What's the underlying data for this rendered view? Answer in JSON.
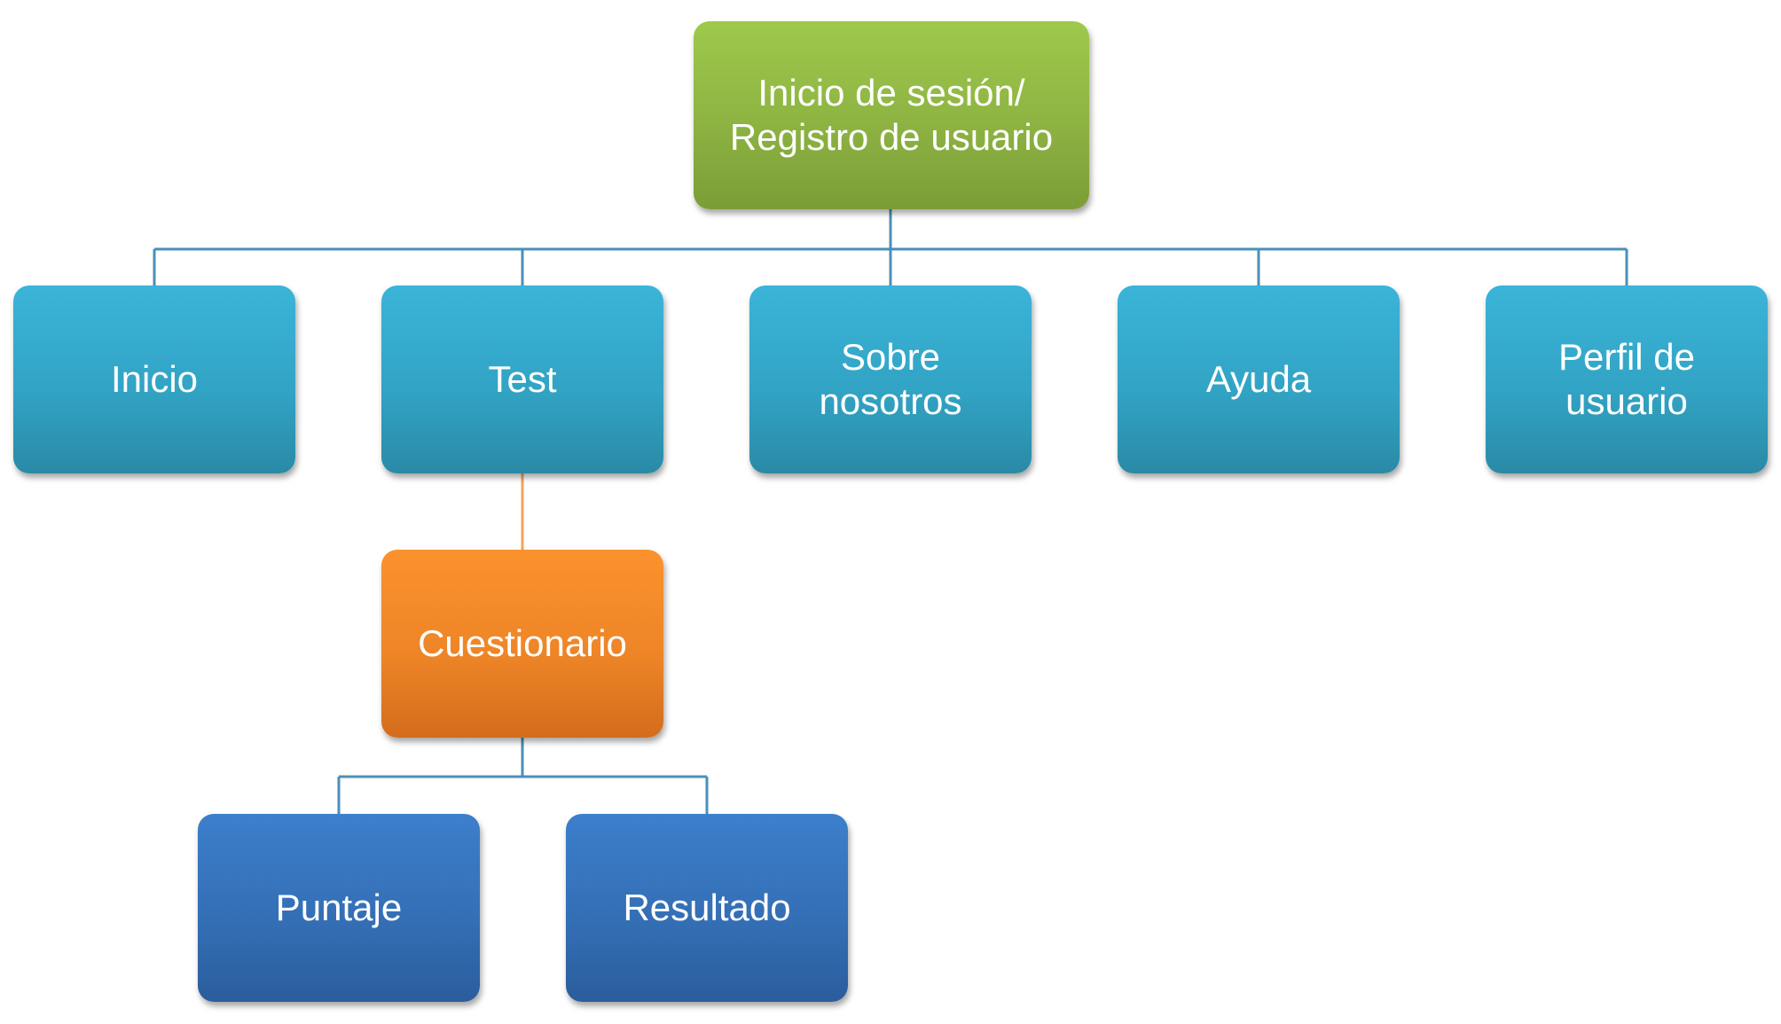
{
  "nodes": {
    "root": "Inicio de sesión/\nRegistro de usuario",
    "inicio": "Inicio",
    "test": "Test",
    "sobre": "Sobre\nnosotros",
    "ayuda": "Ayuda",
    "perfil": "Perfil de\nusuario",
    "cuestionario": "Cuestionario",
    "puntaje": "Puntaje",
    "resultado": "Resultado"
  },
  "colors": {
    "root": "#8fb543",
    "section": "#32a4c5",
    "cuestionario": "#ee8527",
    "leaf": "#346fb6",
    "connector_blue": "#4a90b8",
    "connector_orange": "#f4a360"
  }
}
